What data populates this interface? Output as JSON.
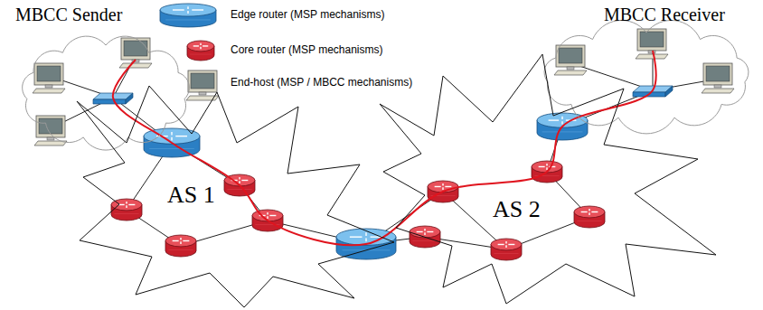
{
  "diagram": {
    "nodes": [
      {
        "text": [
          "MBCC Sender"
        ]
      },
      {
        "text": [
          "MBCC Receiver"
        ]
      },
      {
        "text": [
          "AS 1"
        ]
      },
      {
        "text": [
          "AS 2"
        ]
      }
    ],
    "legend": [
      {
        "text": "Edge router (MSP mechanisms)"
      },
      {
        "text": "Core router (MSP mechanisms)"
      },
      {
        "text": "End-host (MSP / MBCC mechanisms)"
      }
    ]
  }
}
